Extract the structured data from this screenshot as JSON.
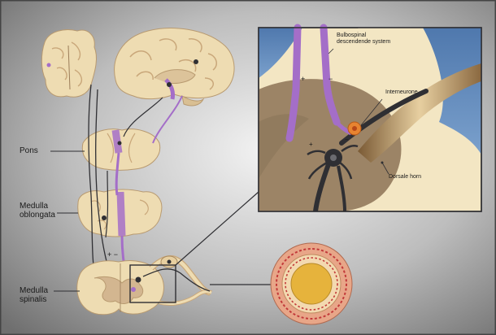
{
  "labels": {
    "pons": "Pons",
    "medulla_oblongata": "Medulla\noblongata",
    "medulla_spinalis": "Medulla\nspinalis"
  },
  "inset": {
    "bulbospinal": "Bulbospinal\ndescendende system",
    "interneuron": "Interneurone",
    "dorsal_horn": "Dorsale horn"
  },
  "colors": {
    "tissue": "#eedcb2",
    "tissue_dark": "#c9a77a",
    "pathway_purple": "#a46ec8",
    "inset_bg": "#f3e6c3",
    "inset_horn": "#9c8466",
    "inset_sky": "#5d86b8",
    "neuron_dark": "#2f2f33",
    "interneuron_orange": "#e88430",
    "spinal_ring_outer": "#e8a688",
    "spinal_ring_core": "#e6b33c"
  }
}
